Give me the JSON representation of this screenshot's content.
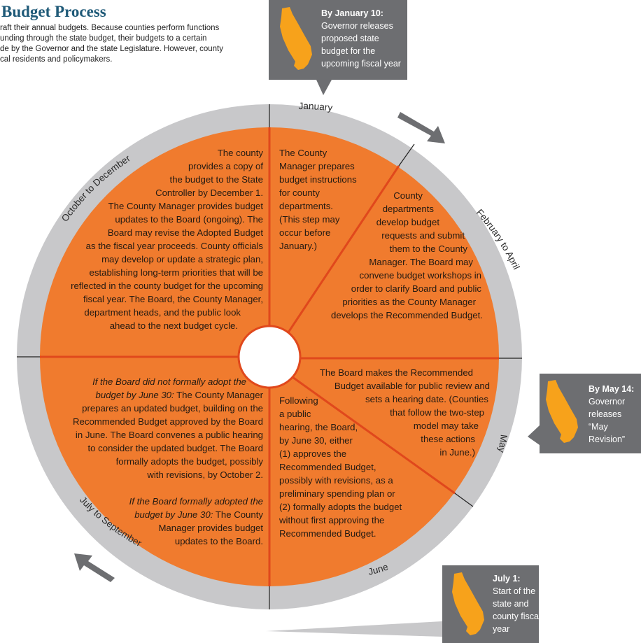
{
  "title": "Budget Process",
  "intro_lines": [
    "raft their annual budgets. Because counties perform functions",
    "unding through the state budget, their budgets to a certain",
    "de by the Governor and the state Legislature. However, county",
    "cal residents and policymakers."
  ],
  "ring_labels": {
    "january": "January",
    "feb_apr": "February to April",
    "may": "May",
    "june": "June",
    "jul_sep": "July to September",
    "oct_dec": "October to December"
  },
  "callouts": {
    "jan": {
      "head": "By January 10:",
      "lines": [
        "Governor releases",
        "proposed state",
        "budget for the",
        "upcoming fiscal year"
      ]
    },
    "may": {
      "head": "By May 14:",
      "lines": [
        "Governor",
        "releases",
        "“May",
        "Revision”"
      ]
    },
    "jul": {
      "head": "July 1:",
      "lines": [
        "Start of the",
        "state and",
        "county fiscal",
        "year"
      ]
    }
  },
  "segments": {
    "oct_dec": [
      "The county",
      "provides a copy of",
      "the budget to the State",
      "Controller by December 1.",
      "The County Manager provides budget",
      "updates to the Board (ongoing). The",
      "Board may revise the Adopted Budget",
      "as the fiscal year proceeds. County officials",
      "may develop or update a strategic plan,",
      "establishing long-term priorities that will be",
      "reflected in the county budget for the upcoming",
      "fiscal year. The Board, the County Manager,",
      "department heads, and the public look",
      "ahead to the next budget cycle."
    ],
    "january": [
      "The County",
      "Manager prepares",
      "budget instructions",
      "for county",
      "departments.",
      "(This step may",
      "occur before",
      "January.)"
    ],
    "feb_apr": [
      "County",
      "departments",
      "develop budget",
      "requests and submit",
      "them to the County",
      "Manager. The Board may",
      "convene budget workshops in",
      "order to clarify Board and public",
      "priorities as the County Manager",
      "develops the Recommended Budget."
    ],
    "may": [
      "The Board makes the Recommended",
      "Budget available for public review and",
      "sets a hearing date. (Counties",
      "that follow the two-step",
      "model may take",
      "these actions",
      "in June.)"
    ],
    "june": [
      "Following",
      "a public",
      "hearing, the Board,",
      "by June 30, either",
      "(1) approves the",
      "Recommended Budget,",
      "possibly with revisions, as a",
      "preliminary spending plan or",
      "(2) formally adopts the budget",
      "without first approving the",
      "Recommended Budget."
    ],
    "jul_sep_a": {
      "italic_1": "If the Board did not formally adopt the",
      "italic_2": "budget by June 30:",
      "rest_2": " The County Manager",
      "lines": [
        "prepares an updated budget, building on the",
        "Recommended Budget approved by the Board",
        "in June. The Board convenes a public hearing",
        "to consider the updated budget. The Board",
        "formally adopts the budget, possibly",
        "with revisions, by October 2."
      ]
    },
    "jul_sep_b": {
      "italic_1": "If the Board formally adopted the",
      "italic_2": "budget by June 30:",
      "rest_2": " The County",
      "lines": [
        "Manager provides budget",
        "updates to the Board."
      ]
    }
  },
  "colors": {
    "ring": "#c8c8ca",
    "segment": "#f07b2e",
    "divider": "#e0481c",
    "callout": "#6d6e71",
    "state": "#f7a21b",
    "arrow": "#6d6e71"
  }
}
